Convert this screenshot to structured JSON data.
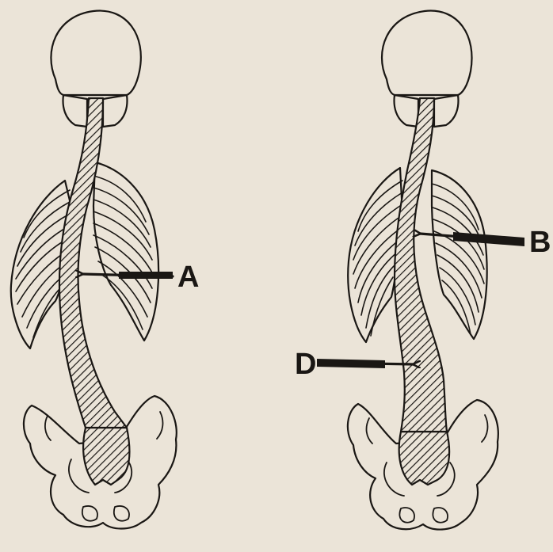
{
  "colors": {
    "paper": "#ebe4d8",
    "ink": "#1a1714"
  },
  "figures": [
    {
      "name": "left-spine-figure",
      "label": {
        "text": "A"
      }
    },
    {
      "name": "right-spine-figure",
      "labels": [
        {
          "text": "B"
        },
        {
          "text": "D"
        }
      ]
    }
  ]
}
